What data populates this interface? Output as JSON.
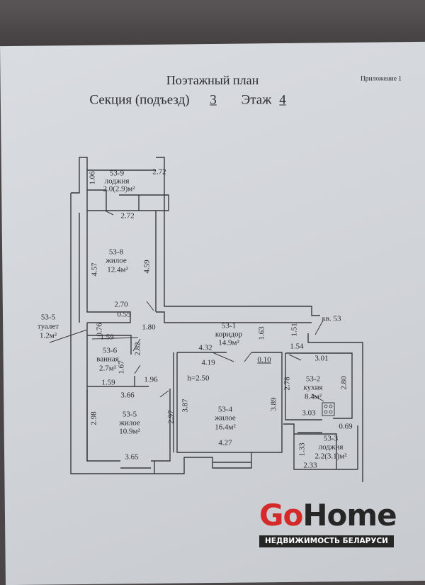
{
  "header": {
    "title": "Поэтажный план",
    "section_label": "Секция (подъезд)",
    "section_value": "3",
    "floor_label": "Этаж",
    "floor_value": "4",
    "appendix": "Приложение 1"
  },
  "rooms": {
    "r53_9": {
      "id": "53-9",
      "type": "лоджия",
      "area": "2.0(2.9)м²"
    },
    "r53_8": {
      "id": "53-8",
      "type": "жилое",
      "area": "12.4м²"
    },
    "r53_5t": {
      "id": "53-5",
      "type": "туалет",
      "area": "1.2м²"
    },
    "r53_6": {
      "id": "53-6",
      "type": "ванная",
      "area": "2.7м²"
    },
    "r53_5": {
      "id": "53-5",
      "type": "жилое",
      "area": "10.9м²"
    },
    "r53_1": {
      "id": "53-1",
      "type": "коридор",
      "area": "14.9м²"
    },
    "r53_4": {
      "id": "53-4",
      "type": "жилое",
      "area": "16.4м²"
    },
    "r53_2": {
      "id": "53-2",
      "type": "кухня",
      "area": "8.4м²"
    },
    "r53_3": {
      "id": "53-3",
      "type": "лоджия",
      "area": "2.2(3.1)м²"
    }
  },
  "apartment_label": "кв. 53",
  "ceiling_height": "h=2.50",
  "dims": {
    "d1": "2.72",
    "d2": "1.06",
    "d3": "2.72",
    "d4": "4.57",
    "d5": "4.59",
    "d6": "2.70",
    "d7": "0.55",
    "d8": "1.80",
    "d9": "0.76",
    "d10": "1.59",
    "d11": "2.82",
    "d12": "1.67",
    "d13": "1.59",
    "d14": "1.96",
    "d15": "3.66",
    "d16": "2.98",
    "d17": "2.97",
    "d18": "3.87",
    "d19": "3.65",
    "d20": "1.63",
    "d21": "1.51",
    "d22": "4.32",
    "d23": "4.19",
    "d24": "0.10",
    "d25": "1.54",
    "d26": "3.01",
    "d27": "2.78",
    "d28": "2.80",
    "d29": "3.89",
    "d30": "4.27",
    "d31": "3.03",
    "d32": "0.69",
    "d33": "1.33",
    "d34": "2.33"
  },
  "logo": {
    "part1": "Go",
    "part2": "Home",
    "tagline": "НЕДВИЖИМОСТЬ БЕЛАРУСИ"
  }
}
